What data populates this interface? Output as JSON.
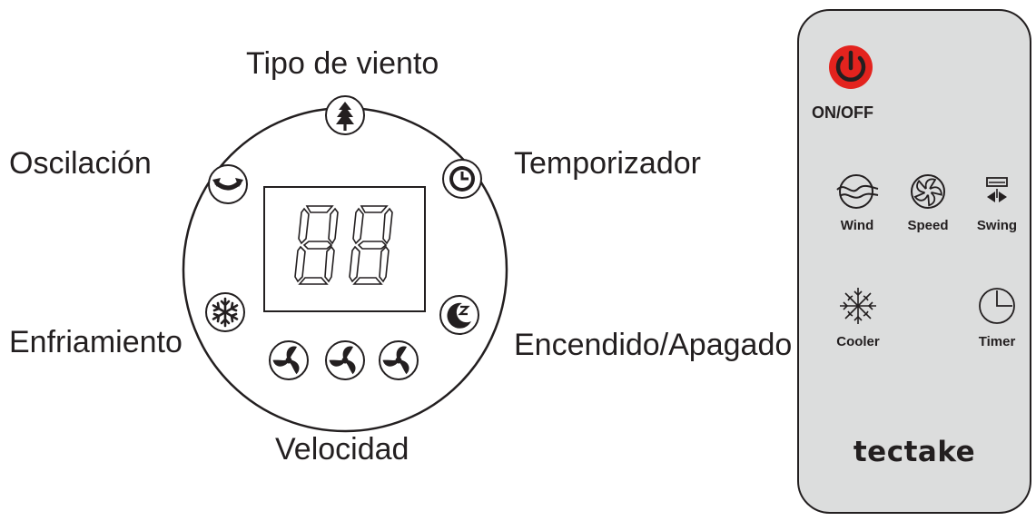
{
  "panel": {
    "labels": {
      "wind_type": "Tipo de viento",
      "oscillation": "Oscilación",
      "timer": "Temporizador",
      "cooling": "Enfriamiento",
      "on_off": "Encendido/Apagado",
      "speed": "Velocidad"
    },
    "icons": [
      "tree-icon",
      "swing-arrows-icon",
      "clock-icon",
      "moon-sleep-icon",
      "snowflake-icon",
      "fan-icon",
      "fan-icon",
      "fan-icon"
    ],
    "display_digits": "88"
  },
  "remote": {
    "power_label": "ON/OFF",
    "power_color": "#e3231e",
    "buttons": [
      {
        "label": "Wind",
        "icon": "wind-icon"
      },
      {
        "label": "Speed",
        "icon": "fan-icon"
      },
      {
        "label": "Swing",
        "icon": "swing-icon"
      },
      {
        "label": "Cooler",
        "icon": "snowflake-icon"
      },
      {
        "label": "Timer",
        "icon": "clock-icon"
      }
    ],
    "brand": "tectake",
    "body_color": "#dcdddd"
  }
}
